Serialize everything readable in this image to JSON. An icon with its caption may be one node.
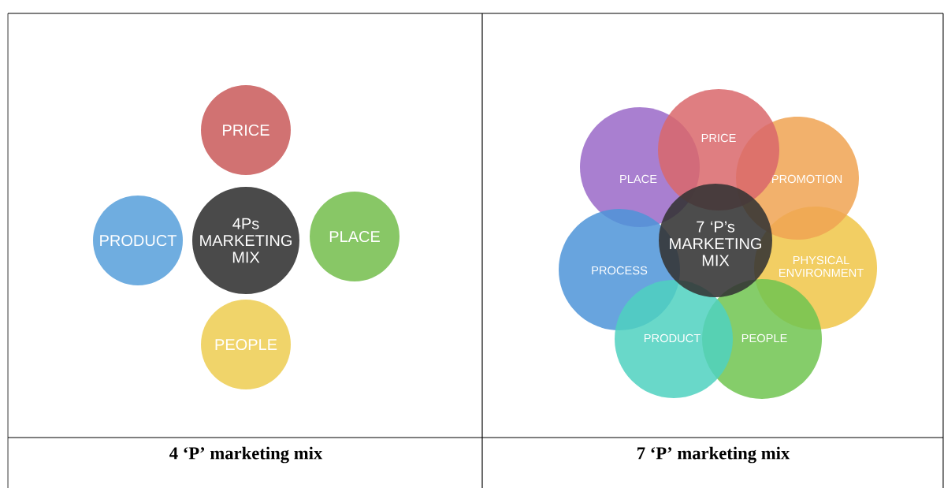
{
  "diagram": {
    "nodes": [
      {
        "text": [
          "PRICE"
        ]
      },
      {
        "text": [
          "PRODUCT"
        ]
      },
      {
        "text": [
          "4Ps MARKETING MIX"
        ]
      },
      {
        "text": [
          "PLACE"
        ]
      },
      {
        "text": [
          "PEOPLE"
        ]
      },
      {
        "text": [
          "PRICE"
        ]
      },
      {
        "text": [
          "PLACE"
        ]
      },
      {
        "text": [
          "PROMOTION"
        ]
      },
      {
        "text": [
          "7 ‘P’s MARKETING MIX"
        ]
      },
      {
        "text": [
          "PROCESS"
        ]
      },
      {
        "text": [
          "PHYSICAL ENVIRONMENT"
        ]
      },
      {
        "text": [
          "PRODUCT"
        ]
      },
      {
        "text": [
          "PEOPLE"
        ]
      }
    ],
    "labels": [
      "4 ‘P’ marketing mix",
      "7 ‘P’ marketing mix"
    ]
  }
}
